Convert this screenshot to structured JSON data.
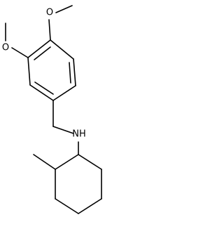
{
  "structure": {
    "atoms": {
      "o_top": "O",
      "o_left": "O",
      "nh": "NH"
    }
  }
}
